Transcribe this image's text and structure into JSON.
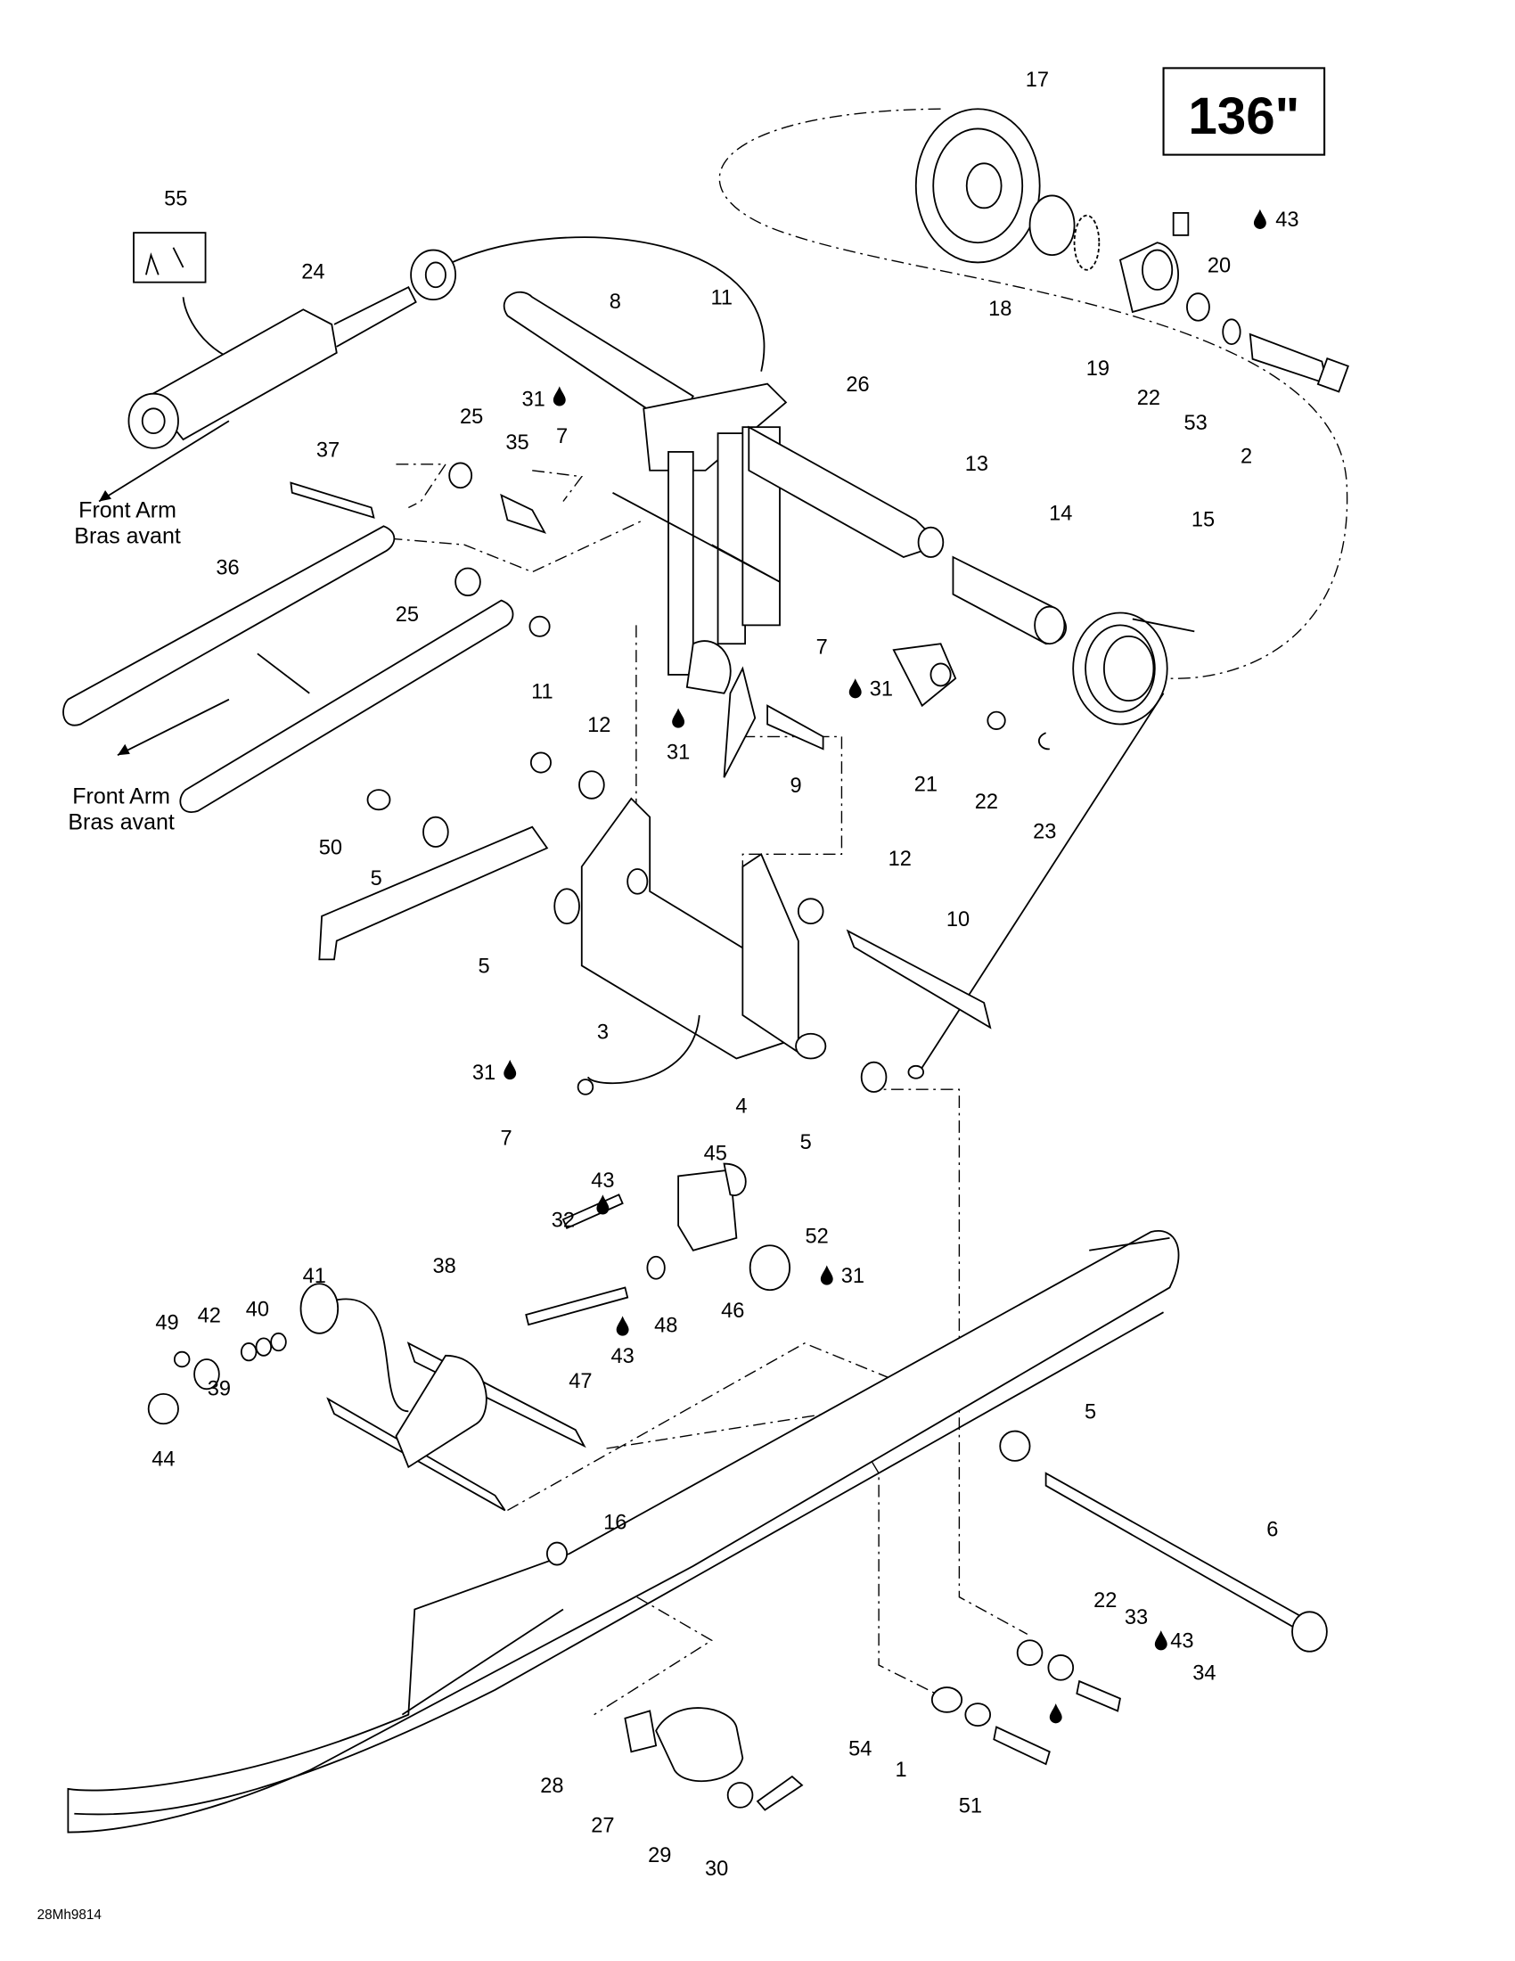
{
  "size_badge": "136\"",
  "drawing_code": "28Mh9814",
  "notes": [
    {
      "line1": "Front Arm",
      "line2": "Bras avant"
    },
    {
      "line1": "Front Arm",
      "line2": "Bras avant"
    }
  ],
  "callouts": [
    "17",
    "43",
    "20",
    "18",
    "19",
    "22",
    "53",
    "2",
    "55",
    "24",
    "8",
    "11",
    "31",
    "7",
    "26",
    "25",
    "35",
    "37",
    "13",
    "14",
    "15",
    "36",
    "25",
    "11",
    "7",
    "31",
    "31",
    "12",
    "9",
    "21",
    "22",
    "23",
    "50",
    "5",
    "12",
    "10",
    "5",
    "3",
    "31",
    "7",
    "4",
    "5",
    "45",
    "43",
    "32",
    "52",
    "31",
    "38",
    "41",
    "40",
    "42",
    "49",
    "46",
    "48",
    "43",
    "47",
    "39",
    "44",
    "5",
    "6",
    "16",
    "22",
    "33",
    "43",
    "34",
    "54",
    "1",
    "51",
    "28",
    "27",
    "29",
    "30"
  ],
  "lubricant_icon": "oil-drop-icon"
}
